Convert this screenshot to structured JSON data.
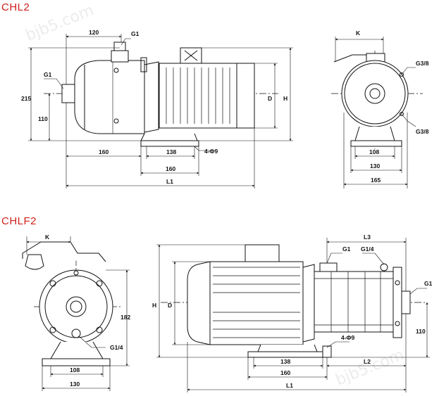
{
  "watermark": "bjb5.com",
  "chl2": {
    "title": "CHL2",
    "labels": {
      "dim_120": "120",
      "g1_top": "G1",
      "g1_left": "G1",
      "dim_215": "215",
      "dim_110": "110",
      "d": "D",
      "h": "H",
      "dim_160_left": "160",
      "dim_138": "138",
      "holes": "4-Φ9",
      "dim_160_base": "160",
      "l1": "L1"
    }
  },
  "chl2_side": {
    "labels": {
      "k": "K",
      "g38_top": "G3/8",
      "g38_bottom": "G3/8",
      "dim_108": "108",
      "dim_130": "130",
      "dim_165": "165"
    }
  },
  "chlf2": {
    "title": "CHLF2",
    "side_labels": {
      "k": "K",
      "dim_182": "182",
      "g14": "G1/4",
      "dim_108": "108",
      "dim_130": "130"
    },
    "labels": {
      "l3": "L3",
      "g1_top": "G1",
      "g14": "G1/4",
      "g1_right": "G1",
      "h": "H",
      "d": "D",
      "dim_110": "110",
      "holes": "4-Φ9",
      "dim_138": "138",
      "l2": "L2",
      "dim_160": "160",
      "l1": "L1"
    }
  }
}
